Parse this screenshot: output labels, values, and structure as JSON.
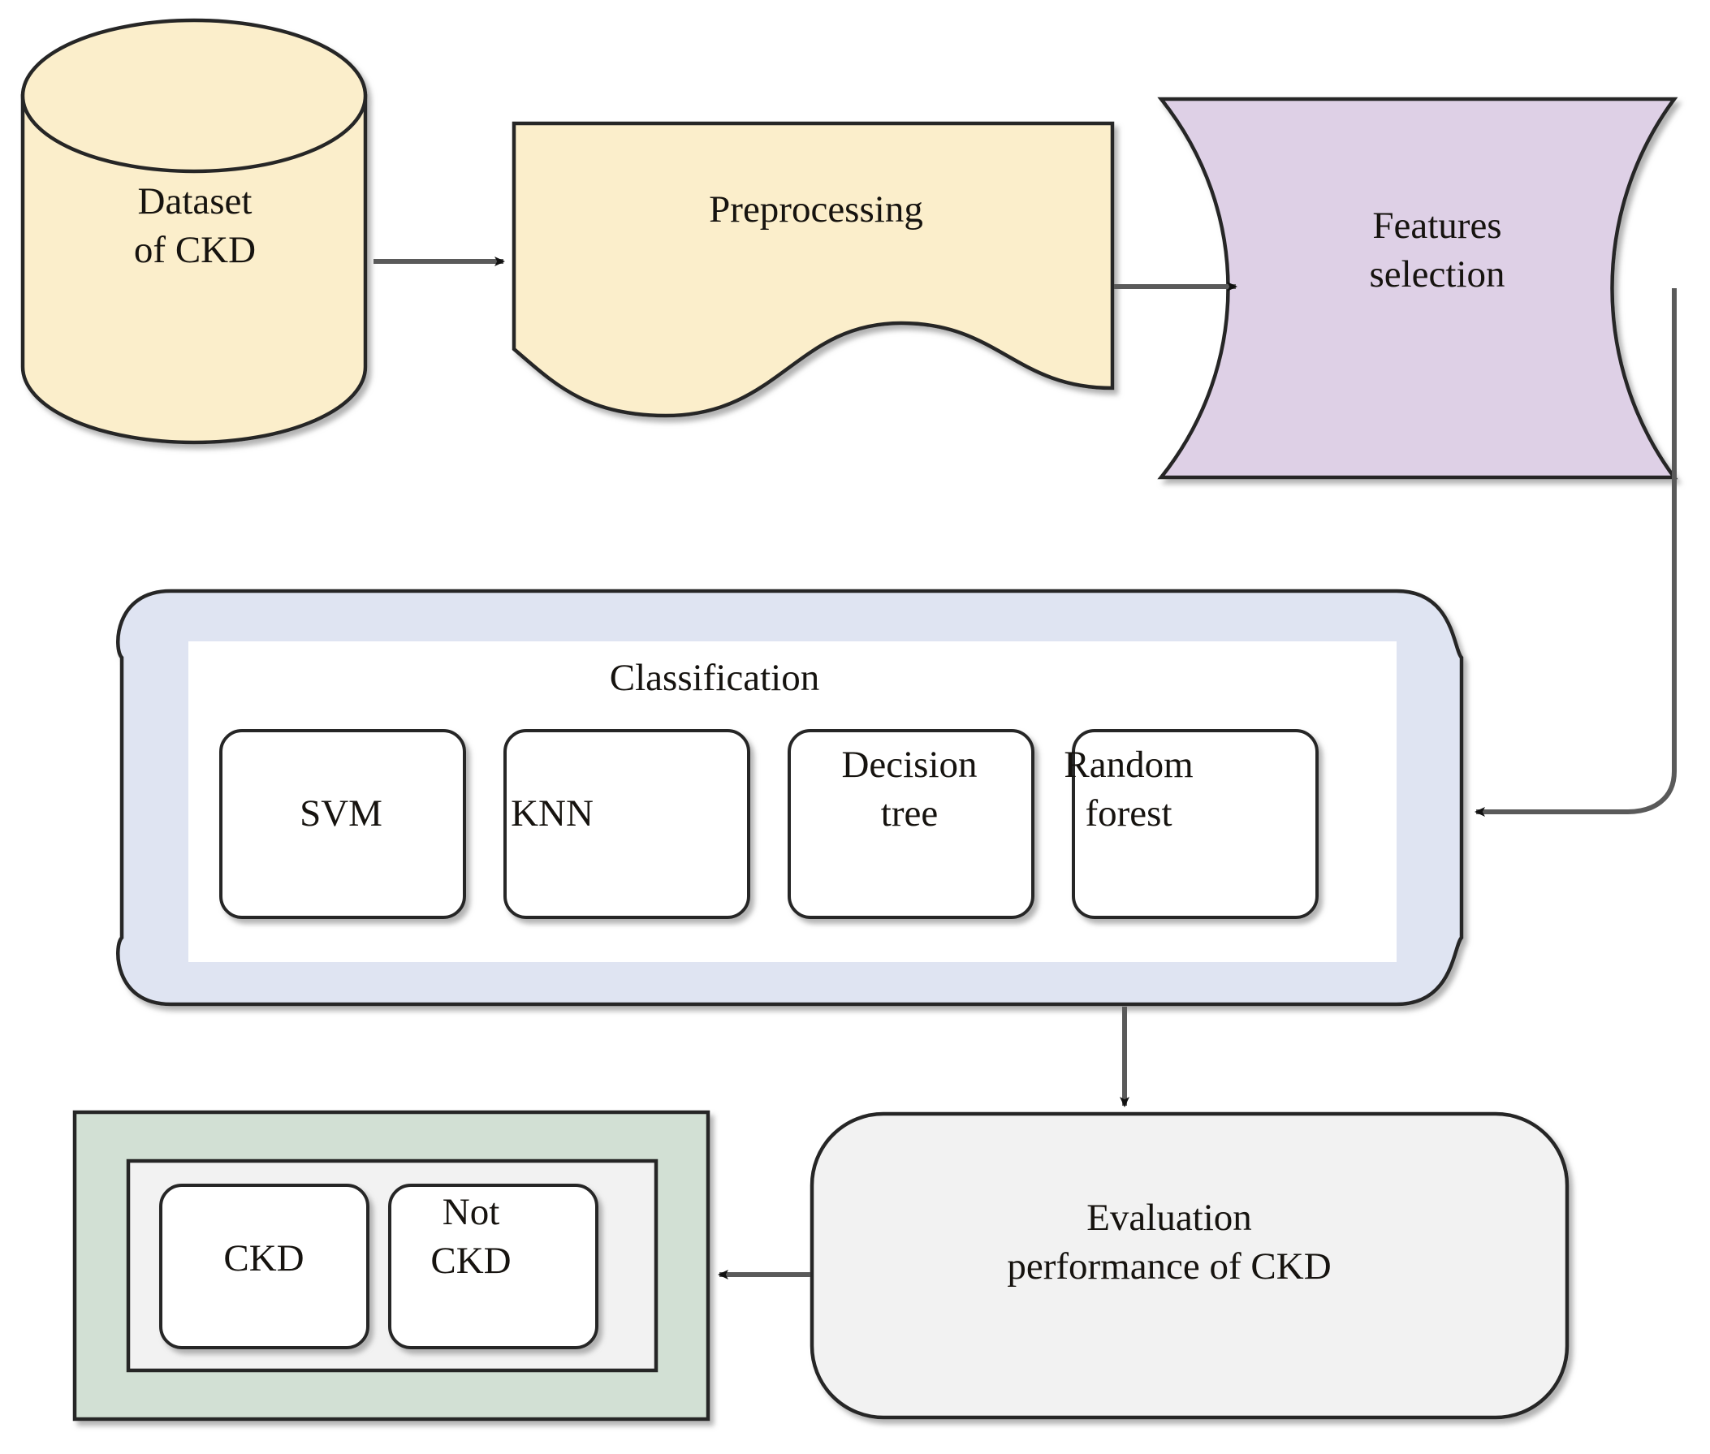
{
  "diagram": {
    "title": "CKD classification workflow",
    "colors": {
      "dataset_fill": "#fbeecb",
      "preprocessing_fill": "#fbeecb",
      "features_fill": "#ded0e6",
      "classification_fill": "#dfe4f2",
      "classification_inner_fill": "#ffffff",
      "evaluation_fill": "#f2f2f2",
      "result_fill": "#d2e0d4",
      "result_inner_fill": "#f2f2f2",
      "model_box_fill": "#ffffff",
      "stroke": "#262626",
      "connector": "#5a5a5a",
      "text": "#16130f"
    },
    "nodes": {
      "dataset": {
        "label": "Dataset\nof CKD",
        "shape": "cylinder"
      },
      "preprocessing": {
        "label": "Preprocessing",
        "shape": "document"
      },
      "features_selection": {
        "label": "Features\nselection",
        "shape": "tape"
      },
      "classification": {
        "label": "Classification",
        "shape": "loop-limit"
      },
      "evaluation": {
        "label": "Evaluation\nperformance of CKD",
        "shape": "rounded-rect"
      },
      "result": {
        "label": "",
        "shape": "nested-rect"
      }
    },
    "classifiers": [
      {
        "label": "SVM"
      },
      {
        "label": "KNN"
      },
      {
        "label": "Decision\ntree"
      },
      {
        "label": "Random\nforest"
      }
    ],
    "outcomes": [
      {
        "label": "CKD"
      },
      {
        "label": "Not\nCKD"
      }
    ],
    "connectors": [
      {
        "from": "dataset",
        "to": "preprocessing",
        "direction": "right"
      },
      {
        "from": "preprocessing",
        "to": "features_selection",
        "direction": "right"
      },
      {
        "from": "features_selection",
        "to": "classification",
        "direction": "down-then-left"
      },
      {
        "from": "classification",
        "to": "evaluation",
        "direction": "down"
      },
      {
        "from": "evaluation",
        "to": "result",
        "direction": "left"
      }
    ]
  }
}
